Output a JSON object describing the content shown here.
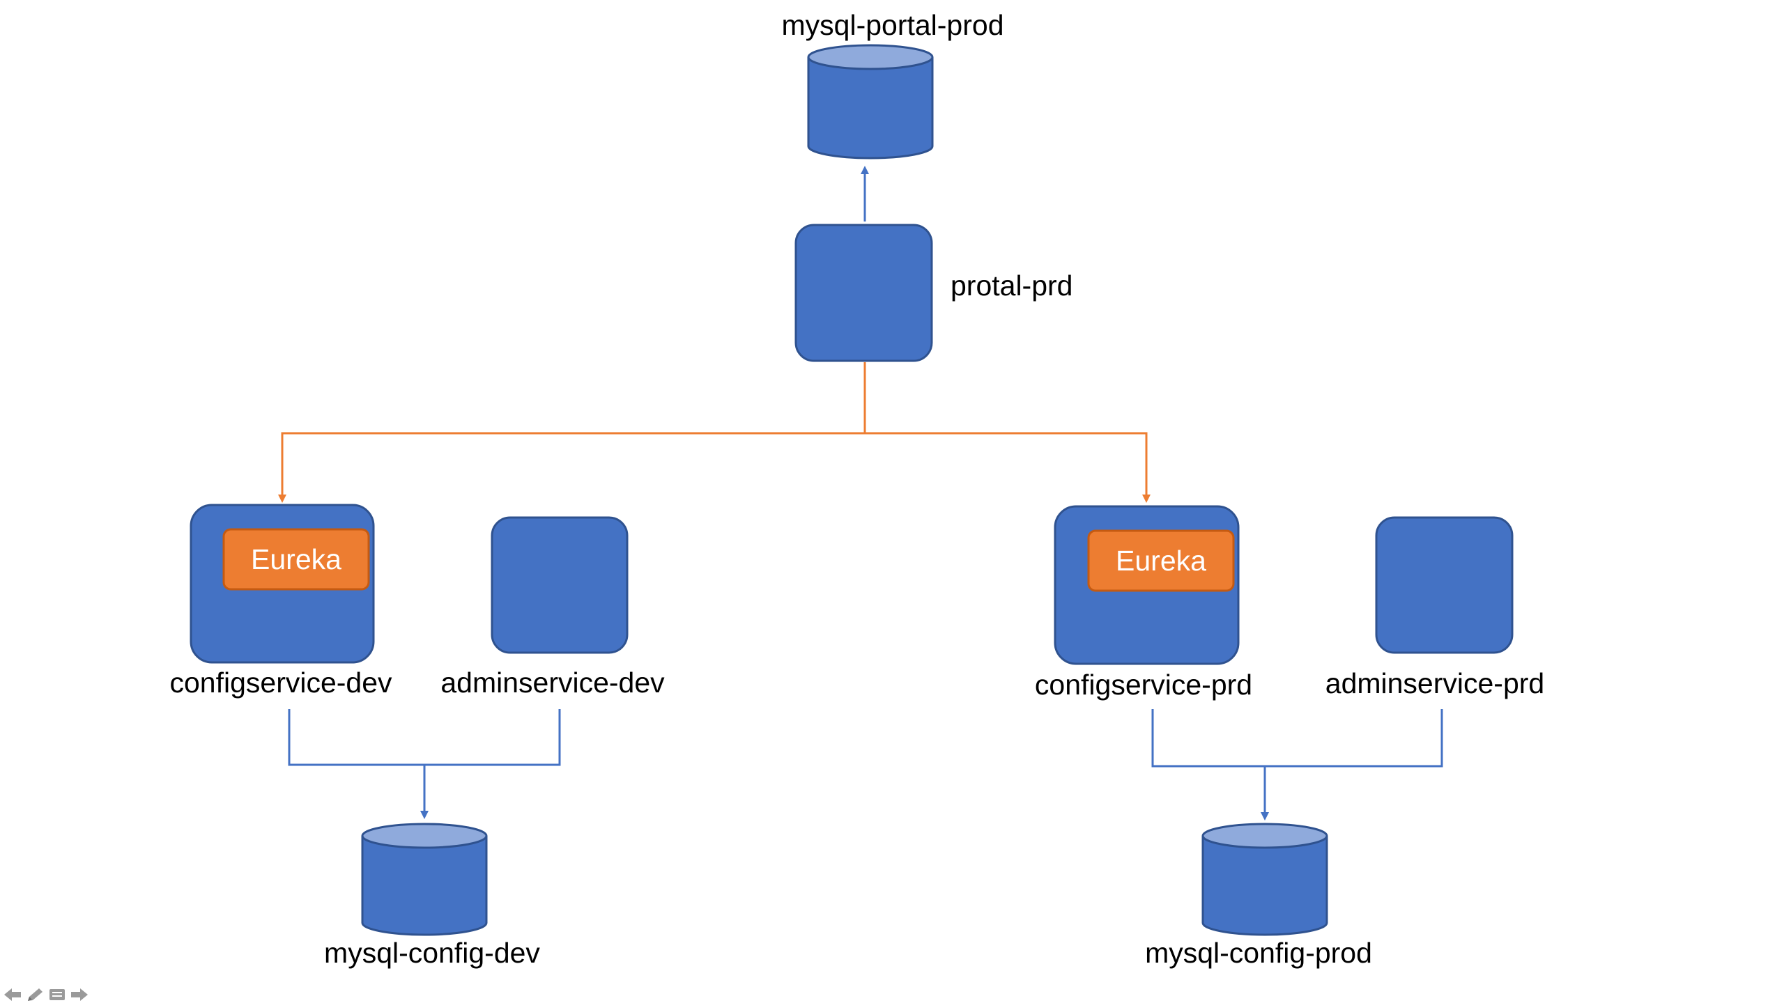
{
  "nodes": {
    "mysql_portal_prod": "mysql-portal-prod",
    "portal_prd": "protal-prd",
    "configservice_dev": "configservice-dev",
    "adminservice_dev": "adminservice-dev",
    "configservice_prd": "configservice-prd",
    "adminservice_prd": "adminservice-prd",
    "mysql_config_dev": "mysql-config-dev",
    "mysql_config_prod": "mysql-config-prod",
    "eureka_dev": "Eureka",
    "eureka_prd": "Eureka"
  },
  "colors": {
    "node_fill": "#4472C4",
    "node_stroke": "#2F528F",
    "cylinder_top": "#8FAADC",
    "eureka_fill": "#ED7D31",
    "eureka_stroke": "#C55A11",
    "blue_connector": "#4472C4",
    "orange_connector": "#ED7D31"
  },
  "controls": [
    "prev-arrow-icon",
    "pen-icon",
    "slides-menu-icon",
    "next-arrow-icon"
  ]
}
